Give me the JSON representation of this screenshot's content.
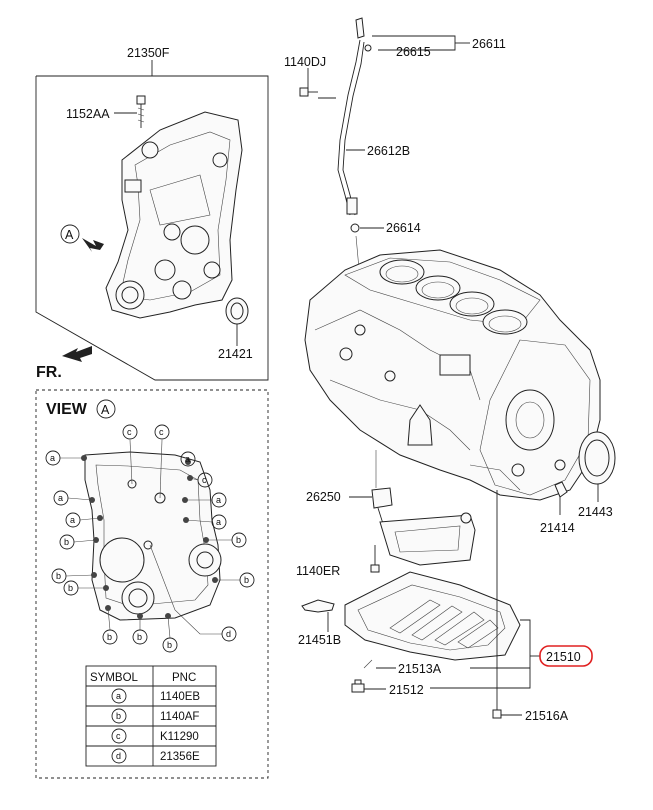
{
  "labels": {
    "front_cover_group": "21350F",
    "bolt_1152AA": "1152AA",
    "oil_seal": "21421",
    "fr": "FR.",
    "view": "VIEW",
    "view_marker": "A",
    "view_arrow_marker": "A",
    "bolt_1140DJ": "1140DJ",
    "dipstick_group": "26611",
    "dipstick_handle": "26615",
    "guide_tube": "26612B",
    "o_ring": "26614",
    "strainer": "26250",
    "bolt_1140ER": "1140ER",
    "baffle": "21451B",
    "oil_pan_part": "21513A",
    "drain_plug": "21512",
    "oil_pan_group": "21510",
    "bolt_21516A": "21516A",
    "rear_seal": "21443",
    "clip": "21414"
  },
  "symbol_table": {
    "headers": [
      "SYMBOL",
      "PNC"
    ],
    "rows": [
      {
        "symbol": "a",
        "pnc": "1140EB"
      },
      {
        "symbol": "b",
        "pnc": "1140AF"
      },
      {
        "symbol": "c",
        "pnc": "K11290"
      },
      {
        "symbol": "d",
        "pnc": "21356E"
      }
    ]
  },
  "view_callouts": {
    "a": "a",
    "b": "b",
    "c": "c",
    "d": "d"
  },
  "highlight_color": "#e02020"
}
